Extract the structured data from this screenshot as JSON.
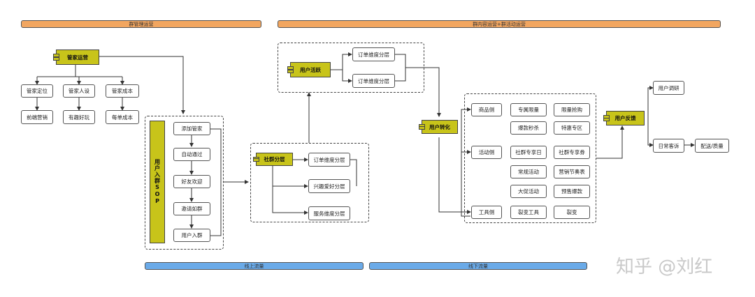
{
  "top_bars": {
    "left": "群管理运营",
    "right": "群内容运营+群活动运营"
  },
  "bottom_bars": {
    "left": "线上流量",
    "right": "线下流量"
  },
  "manager": {
    "title": "管家运营",
    "branches": [
      "管家定位",
      "管家人设",
      "管家成本"
    ],
    "leaves": [
      "前端营销",
      "有趣好玩",
      "每单成本"
    ]
  },
  "sop": {
    "title": "用户入群SOP",
    "steps": [
      "添加管家",
      "自动通过",
      "好友欢迎",
      "邀请如群",
      "用户入群"
    ]
  },
  "community": {
    "title": "社群分层",
    "items": [
      "订单维度分层",
      "兴趣爱好分层",
      "服务维度分层"
    ]
  },
  "active": {
    "title": "用户活跃",
    "items": [
      "订单维度分层",
      "订单维度分层"
    ]
  },
  "conversion": {
    "title": "用户转化",
    "categories": [
      "商品侧",
      "活动侧",
      "工具侧"
    ],
    "goods": [
      "专属限量",
      "限量抢购",
      "爆款秒杀",
      "特惠专区"
    ],
    "activities": [
      "社群专享日",
      "社群专享券",
      "常规活动",
      "营销节奏表",
      "大促活动",
      "预售爆款"
    ],
    "tools": [
      "裂变工具",
      "裂变"
    ]
  },
  "feedback": {
    "title": "用户反馈",
    "items": [
      "用户调研",
      "日常客诉"
    ],
    "leaf": "配送/质量"
  },
  "watermark": "知乎 @刘红"
}
